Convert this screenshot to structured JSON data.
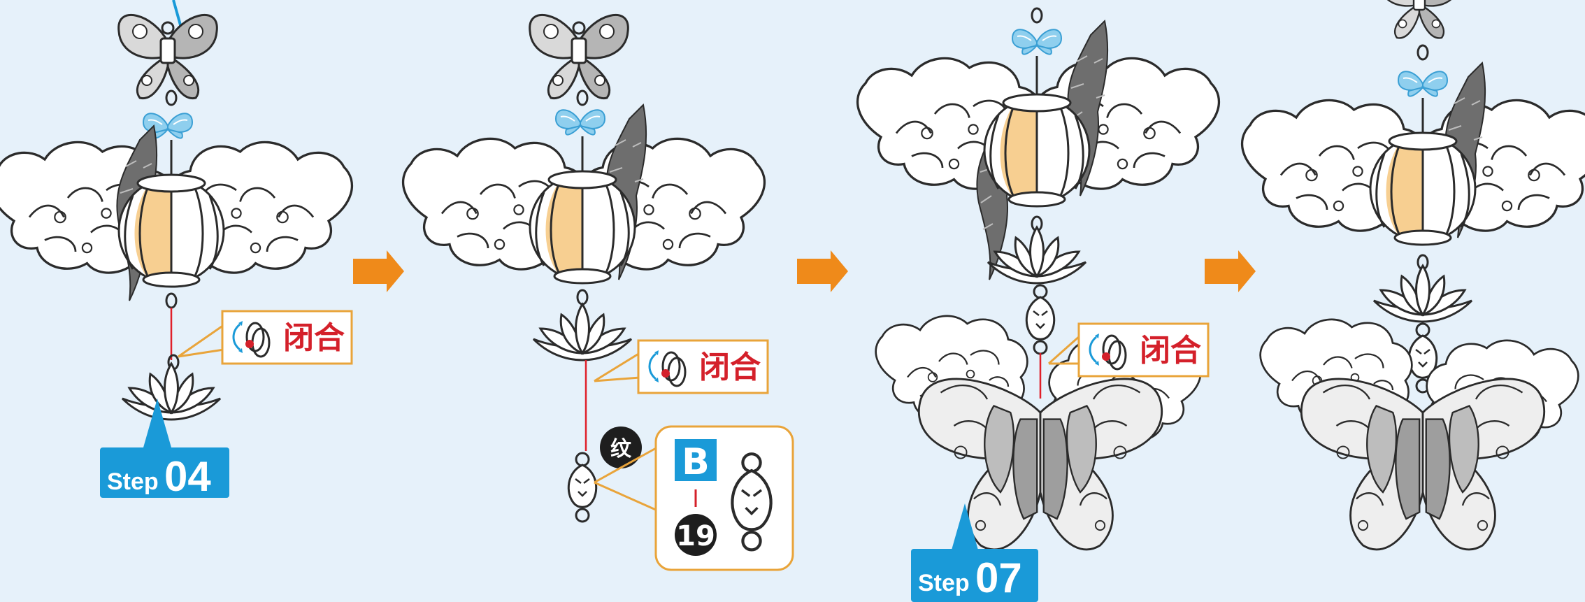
{
  "steps": [
    {
      "word": "Step",
      "number": "04"
    },
    {
      "word": "Step",
      "number": "07"
    }
  ],
  "callouts": {
    "close_label": "闭合",
    "pattern_badge": "纹",
    "part_letter": "B",
    "part_number": "19"
  },
  "colors": {
    "background": "#e6f1fa",
    "step_blue": "#1a9ad8",
    "arrow_orange": "#ef8a1a",
    "callout_border": "#e9a43a",
    "callout_text": "#d4202a",
    "wire_red": "#e0202a",
    "accent_blue": "#8fcfee",
    "lantern_glow": "#f7cf91",
    "dark_wing": "#6e6e6e"
  }
}
